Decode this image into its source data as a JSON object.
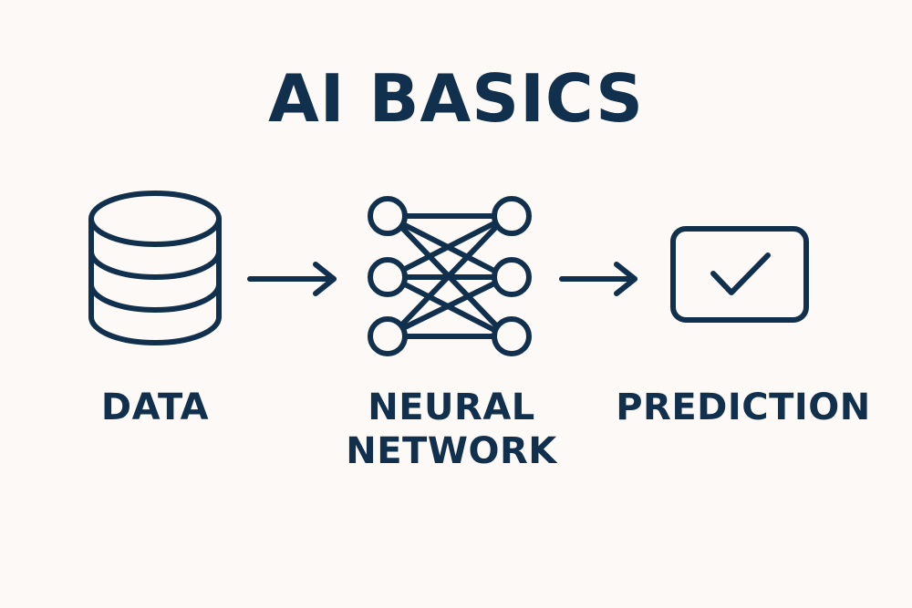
{
  "title": "AI BASICS",
  "stages": [
    {
      "label_lines": [
        "DATA"
      ],
      "icon": "database-icon"
    },
    {
      "label_lines": [
        "NEURAL",
        "NETWORK"
      ],
      "icon": "neural-network-icon"
    },
    {
      "label_lines": [
        "PREDICTION"
      ],
      "icon": "checkmark-box-icon"
    }
  ],
  "connectors": [
    "arrow-right-icon",
    "arrow-right-icon"
  ],
  "colors": {
    "ink": "#11304e",
    "background": "#fcf9f6"
  }
}
